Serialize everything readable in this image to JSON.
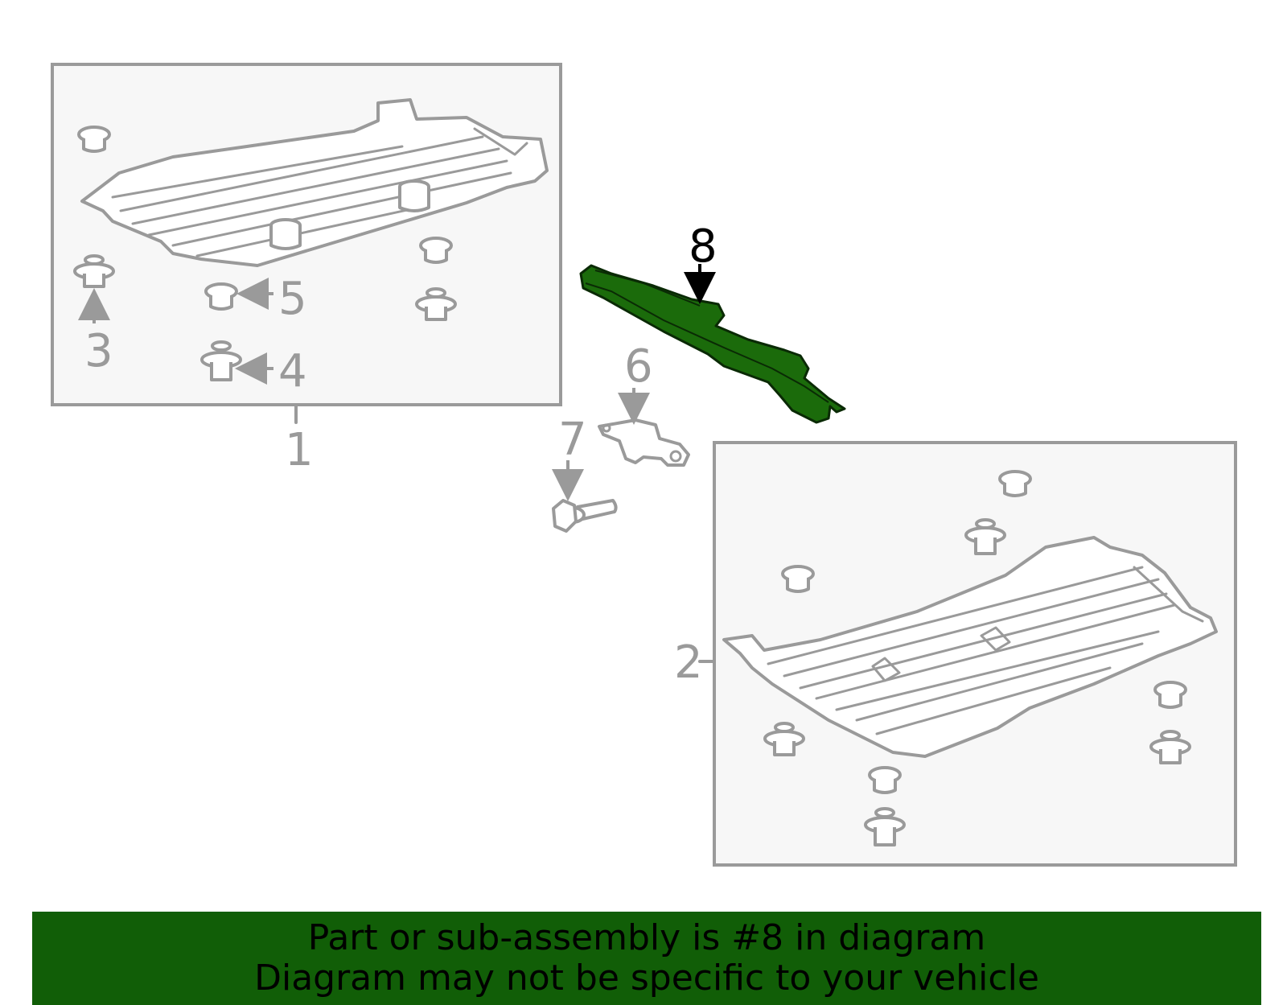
{
  "callouts": {
    "c1": "1",
    "c2": "2",
    "c3": "3",
    "c4": "4",
    "c5": "5",
    "c6": "6",
    "c7": "7",
    "c8": "8"
  },
  "highlight_color": "#115e07",
  "part_color": "#1b6b0b",
  "line_color": "#9a9a9a",
  "banner": {
    "line1": "Part or sub-assembly is #8 in diagram",
    "line2": "Diagram may not be specific to your vehicle"
  },
  "icons": [
    "clip-icon",
    "nut-icon",
    "bolt-icon",
    "bracket-icon"
  ]
}
